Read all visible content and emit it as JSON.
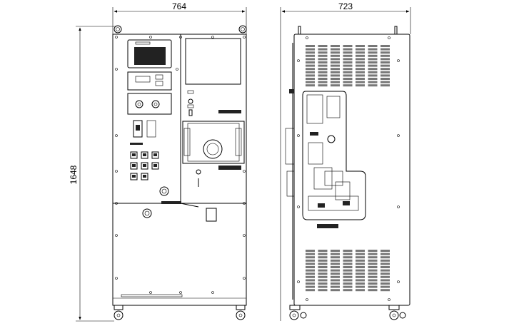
{
  "dimensions": {
    "front_width": "764",
    "side_depth": "723",
    "height": "1648"
  },
  "views": [
    "front-view",
    "side-view"
  ],
  "colors": {
    "line": "#000000",
    "grille": "#777777",
    "background": "#ffffff"
  }
}
